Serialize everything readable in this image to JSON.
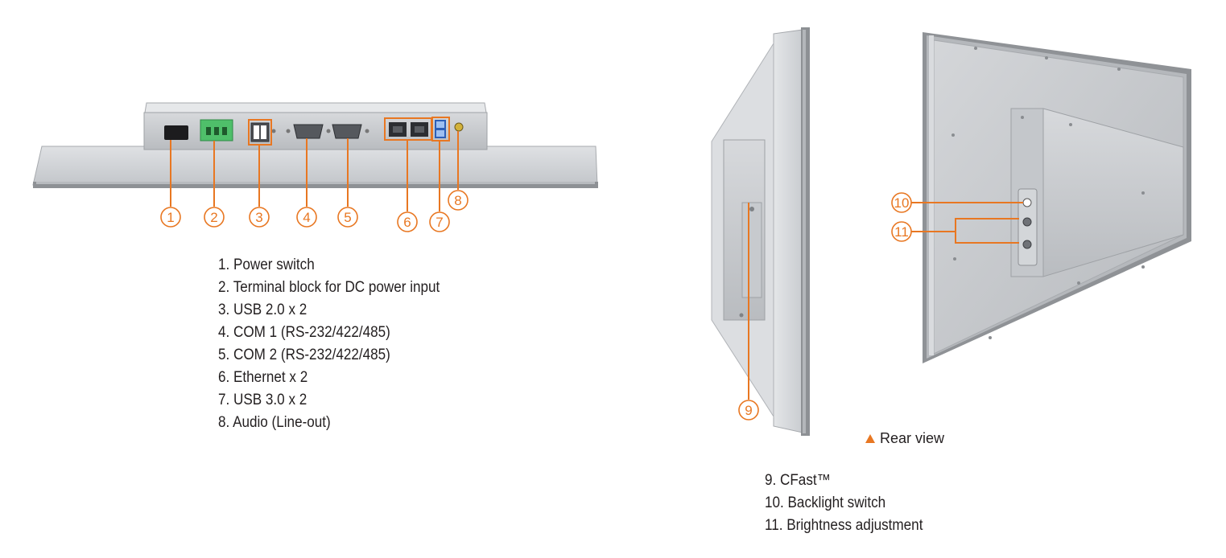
{
  "accent_color": "#e87722",
  "callouts": [
    "1",
    "2",
    "3",
    "4",
    "5",
    "6",
    "7",
    "8",
    "9",
    "10",
    "11"
  ],
  "io_list": [
    "1. Power switch",
    "2. Terminal block for DC power input",
    "3. USB 2.0 x 2",
    "4. COM 1 (RS-232/422/485)",
    "5. COM 2 (RS-232/422/485)",
    "6. Ethernet x 2",
    "7. USB 3.0 x 2",
    "8. Audio (Line-out)"
  ],
  "side_list": [
    "9. CFast™",
    "10. Backlight switch",
    "11. Brightness adjustment"
  ],
  "rear_caption": "Rear view",
  "icons": {
    "caption_marker": "triangle-icon"
  }
}
